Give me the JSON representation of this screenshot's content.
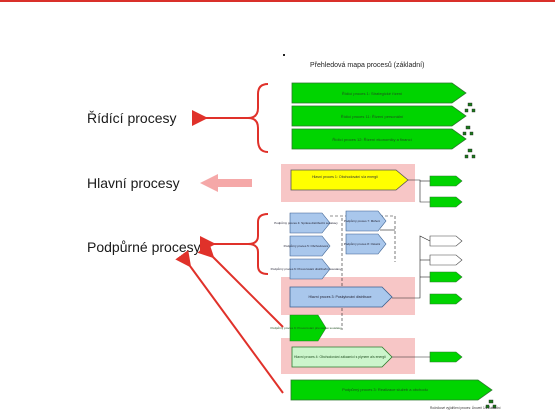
{
  "slide": {
    "map_title": "Přehledová mapa procesů (základní)",
    "labels": {
      "ridici": "Řídící procesy",
      "hlavni": "Hlavní procesy",
      "podpurne": "Podpůrné procesy"
    }
  },
  "colors": {
    "arrow_red": "#e0312a",
    "arrow_pink": "#f5a8a8",
    "green": "#00d400",
    "yellow": "#ffff00",
    "blue": "#a9c7ec",
    "band_pink": "#f7c6c6",
    "light_green": "#ccf5cc"
  },
  "map": {
    "control_1": "Řídící proces 1: Strategické řízení",
    "control_2": "Řídící proces 11: Řízení personální",
    "control_3": "Řídící proces 12: Řízení ekonomiky a financí",
    "main_1": "Hlavní proces 1: Obchodování s/a energií",
    "support_a": "Podpůrný proces 4: Správa distribuční soustavy",
    "support_b": "Podpůrný proces 5: Obchodování",
    "support_c": "Podpůrný proces 6: Provozování distribuční soustavy",
    "support_d": "Podpůrný proces 7: Měření",
    "support_e": "Podpůrný proces 8: Ostatní",
    "main_3": "Hlavní proces 3: Poskytování distribuce",
    "support_f": "Podpůrný proces 9: Provozování přenosové soustavy",
    "main_4": "Hlavní proces 4: Obchodování zákazníci s plynem a/s energií",
    "support_g": "Podpůrný proces 3: Realizace služeb a obchodu",
    "footer": "Ročníkové vyjídřčení proces: Úroveň 1/1 Základní"
  }
}
